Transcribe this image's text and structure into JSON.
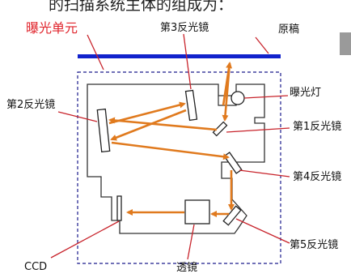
{
  "header_text": "的扫描系统主体的组成为：",
  "labels": {
    "exposure_unit": "曝光单元",
    "original": "原稿",
    "mirror3": "第3反光镜",
    "mirror2": "第2反光镜",
    "lamp": "曝光灯",
    "mirror1": "第1反光镜",
    "mirror4": "第4反光镜",
    "mirror5": "第5反光镜",
    "ccd": "CCD",
    "lens": "透镜"
  },
  "colors": {
    "glass": "#1122cc",
    "dashed_box": "#1a1a8c",
    "light_path": "#e07a1e",
    "leader_lines": "#c8242c",
    "exposure_label": "#e0242c"
  }
}
